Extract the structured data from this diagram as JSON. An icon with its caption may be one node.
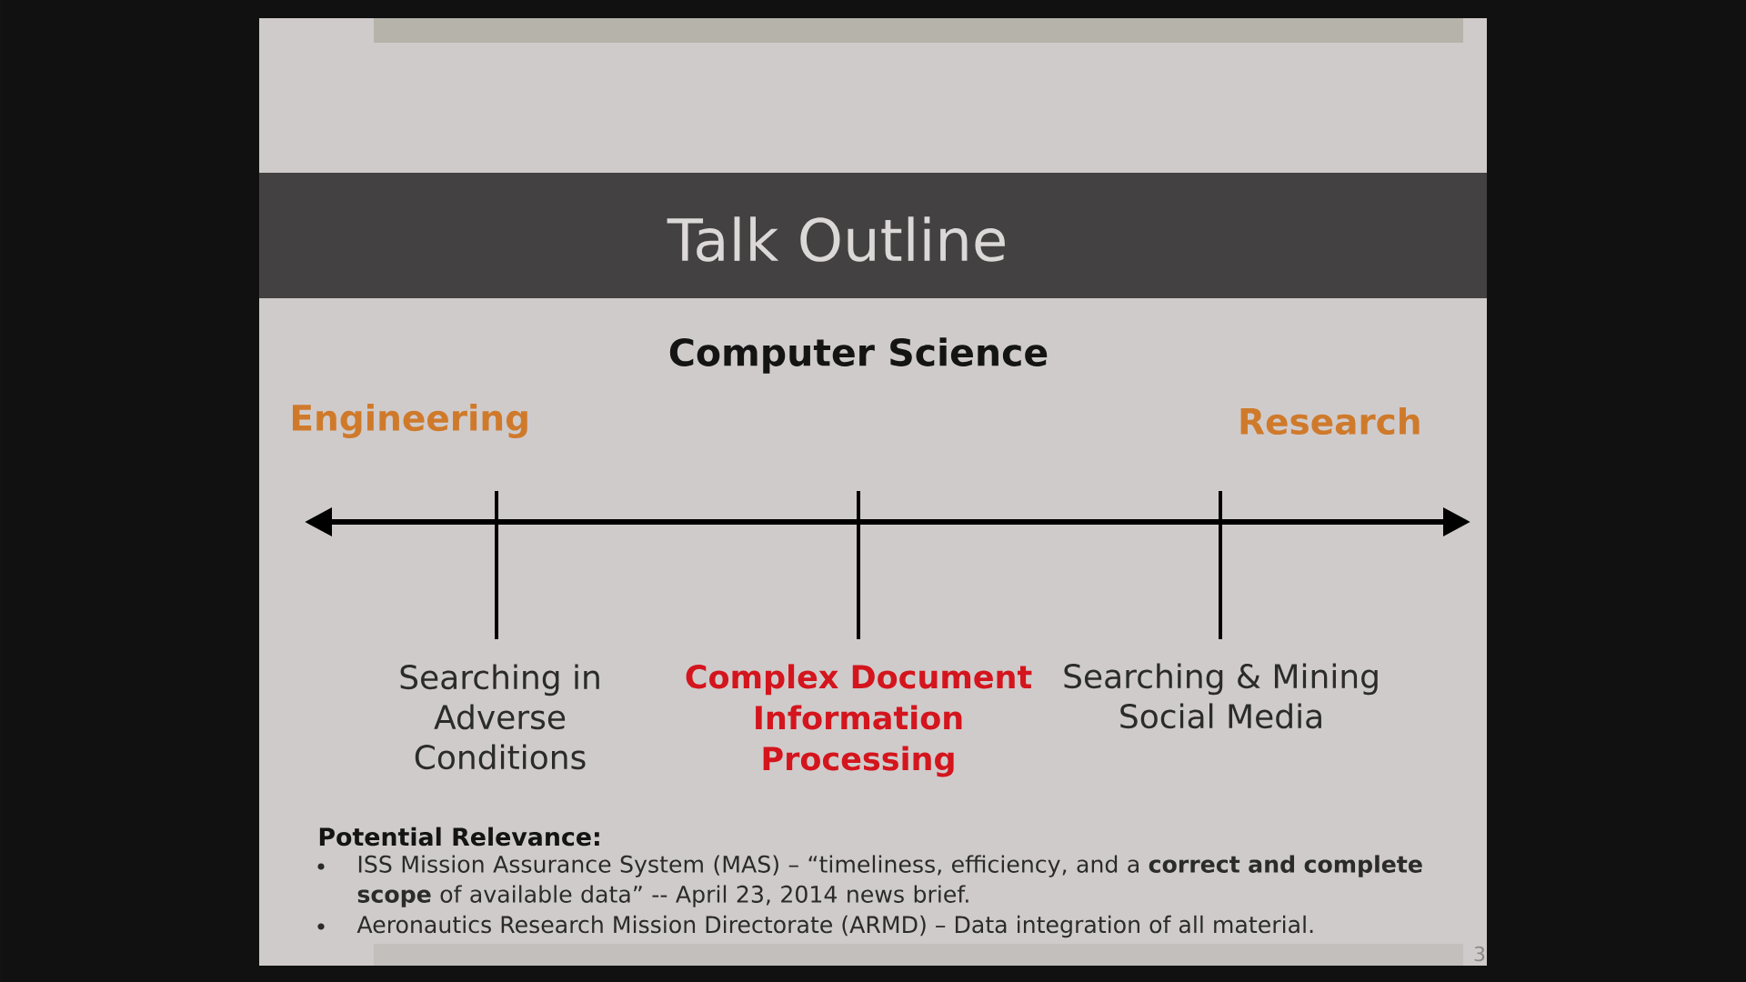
{
  "diagram": {
    "title": "Talk Outline",
    "labels": [
      "Computer Science",
      "Engineering",
      "Research",
      "Searching in Adverse Conditions",
      "Complex Document Information Processing",
      "Searching & Mining Social Media",
      "Potential Relevance:",
      "ISS Mission Assurance System (MAS) – “timeliness, efficiency, and a **correct and complete scope** of available data” -- April 23, 2014 news brief.",
      "Aeronautics Research Mission Directorate (ARMD) – Data integration of all material.",
      "3"
    ]
  }
}
